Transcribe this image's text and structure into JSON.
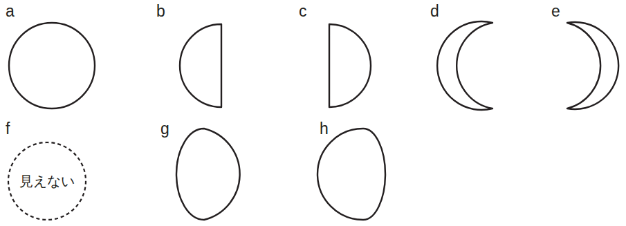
{
  "diagram": {
    "nodes": [
      {
        "text": [
          "a"
        ]
      },
      {
        "text": [
          "b"
        ]
      },
      {
        "text": [
          "c"
        ]
      },
      {
        "text": [
          "d"
        ]
      },
      {
        "text": [
          "e"
        ]
      },
      {
        "text": [
          "f",
          "見えない"
        ]
      },
      {
        "text": [
          "g"
        ]
      },
      {
        "text": [
          "h"
        ]
      }
    ]
  }
}
